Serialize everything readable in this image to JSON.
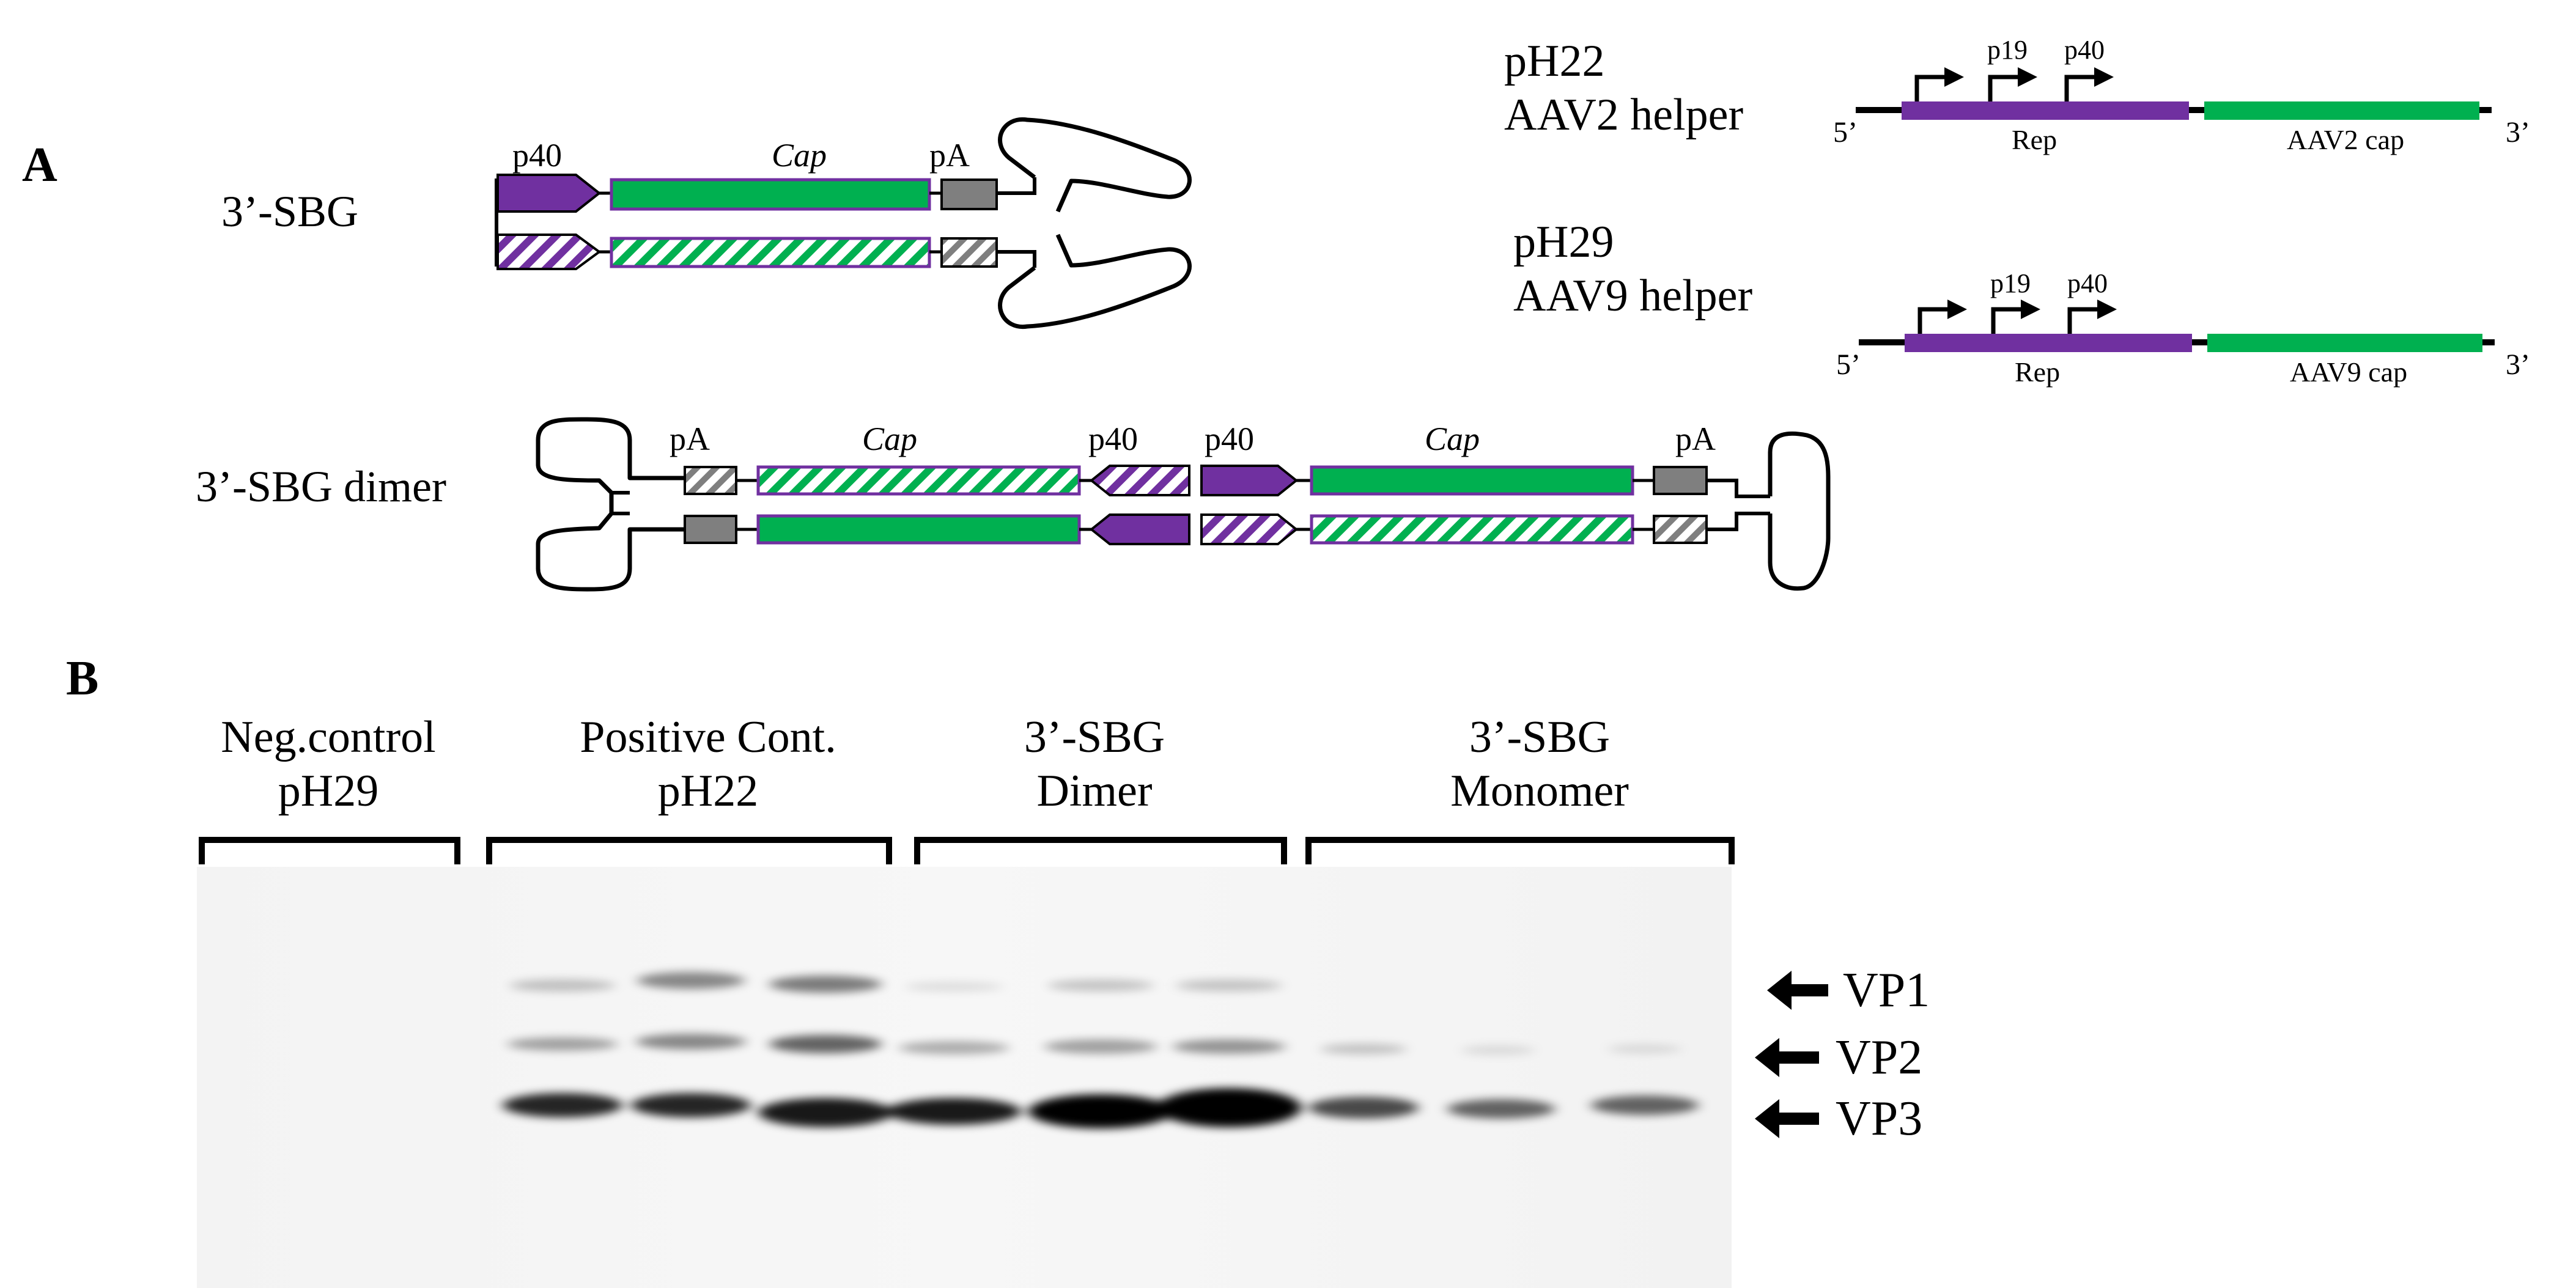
{
  "panel_a": {
    "label": "A",
    "construct_sbg": {
      "title": "3’-SBG",
      "promoter": "p40",
      "gene": "Cap",
      "polya": "pA"
    },
    "construct_dimer": {
      "title": "3’-SBG dimer",
      "left_polya": "pA",
      "left_gene": "Cap",
      "left_promoter": "p40",
      "right_promoter": "p40",
      "right_gene": "Cap",
      "right_polya": "pA"
    },
    "helper_ph22": {
      "name": "pH22",
      "subtitle": "AAV2 helper",
      "end_5": "5’",
      "end_3": "3’",
      "rep": "Rep",
      "cap": "AAV2 cap",
      "p19": "p19",
      "p40": "p40"
    },
    "helper_ph29": {
      "name": "pH29",
      "subtitle": "AAV9 helper",
      "end_5": "5’",
      "end_3": "3’",
      "rep": "Rep",
      "cap": "AAV9 cap",
      "p19": "p19",
      "p40": "p40"
    }
  },
  "panel_b": {
    "label": "B",
    "lane_groups": [
      {
        "line1": "Neg.control",
        "line2": "pH29"
      },
      {
        "line1": "Positive Cont.",
        "line2": "pH22"
      },
      {
        "line1": "3’-SBG",
        "line2": "Dimer"
      },
      {
        "line1": "3’-SBG",
        "line2": "Monomer"
      }
    ],
    "band_labels": [
      "VP1",
      "VP2",
      "VP3"
    ]
  },
  "colors": {
    "purple": "#7030A0",
    "green": "#00B050",
    "grey_box": "#7F7F7F",
    "black": "#000000"
  }
}
